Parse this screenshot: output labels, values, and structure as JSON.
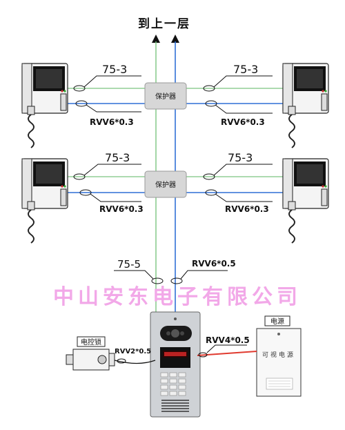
{
  "title": "到上一层",
  "protector_label": "保护器",
  "floors": [
    {
      "cables": {
        "left_coax": "75-3",
        "right_coax": "75-3",
        "left_signal": "RVV6*0.3",
        "right_signal": "RVV6*0.3"
      }
    },
    {
      "cables": {
        "left_coax": "75-3",
        "right_coax": "75-3",
        "left_signal": "RVV6*0.3",
        "right_signal": "RVV6*0.3"
      }
    }
  ],
  "riser": {
    "coax": "75-5",
    "signal": "RVV6*0.5"
  },
  "watermark": "中山安东电子有限公司",
  "lock": {
    "label": "电控锁",
    "cable": "RVV2*0.5"
  },
  "power": {
    "label": "电源",
    "name": "可视电源",
    "cable": "RVV4*0.5"
  },
  "colors": {
    "coax": "#7bc47f",
    "signal": "#2f6fd6",
    "power_cable": "#e03a2f",
    "watermark": "#f2a8e8"
  }
}
